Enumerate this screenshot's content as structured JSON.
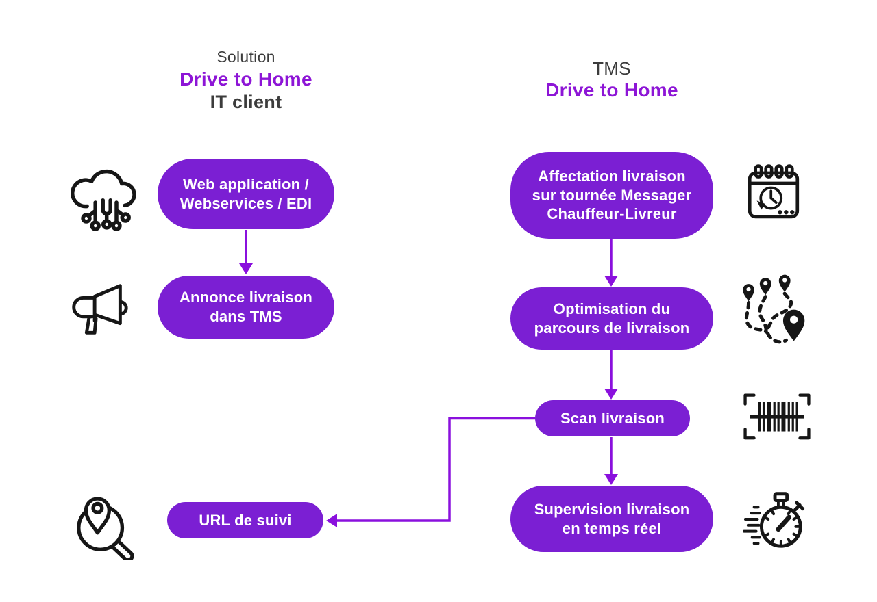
{
  "colors": {
    "background": "#ffffff",
    "pill": "#7b1fd3",
    "pill_text": "#ffffff",
    "connector": "#8a10dd",
    "title_purple": "#8d15d6",
    "title_dark": "#3c3c3c",
    "icon": "#161616"
  },
  "left_column": {
    "title": {
      "line1": "Solution",
      "line2": "Drive to Home",
      "line3": "IT client"
    },
    "nodes": [
      {
        "label": "Web application /\nWebservices / EDI",
        "icon": "cloud-network-icon"
      },
      {
        "label": "Annonce livraison\ndans TMS",
        "icon": "megaphone-icon"
      },
      {
        "label": "URL de suivi",
        "icon": "location-search-icon"
      }
    ]
  },
  "right_column": {
    "title": {
      "line1": "TMS",
      "line2": "Drive to Home"
    },
    "nodes": [
      {
        "label": "Affectation livraison\nsur tournée Messager\nChauffeur-Livreur",
        "icon": "calendar-clock-icon"
      },
      {
        "label": "Optimisation du\nparcours de livraison",
        "icon": "route-icon"
      },
      {
        "label": "Scan livraison",
        "icon": "barcode-scan-icon"
      },
      {
        "label": "Supervision livraison\nen temps réel",
        "icon": "stopwatch-icon"
      }
    ]
  }
}
